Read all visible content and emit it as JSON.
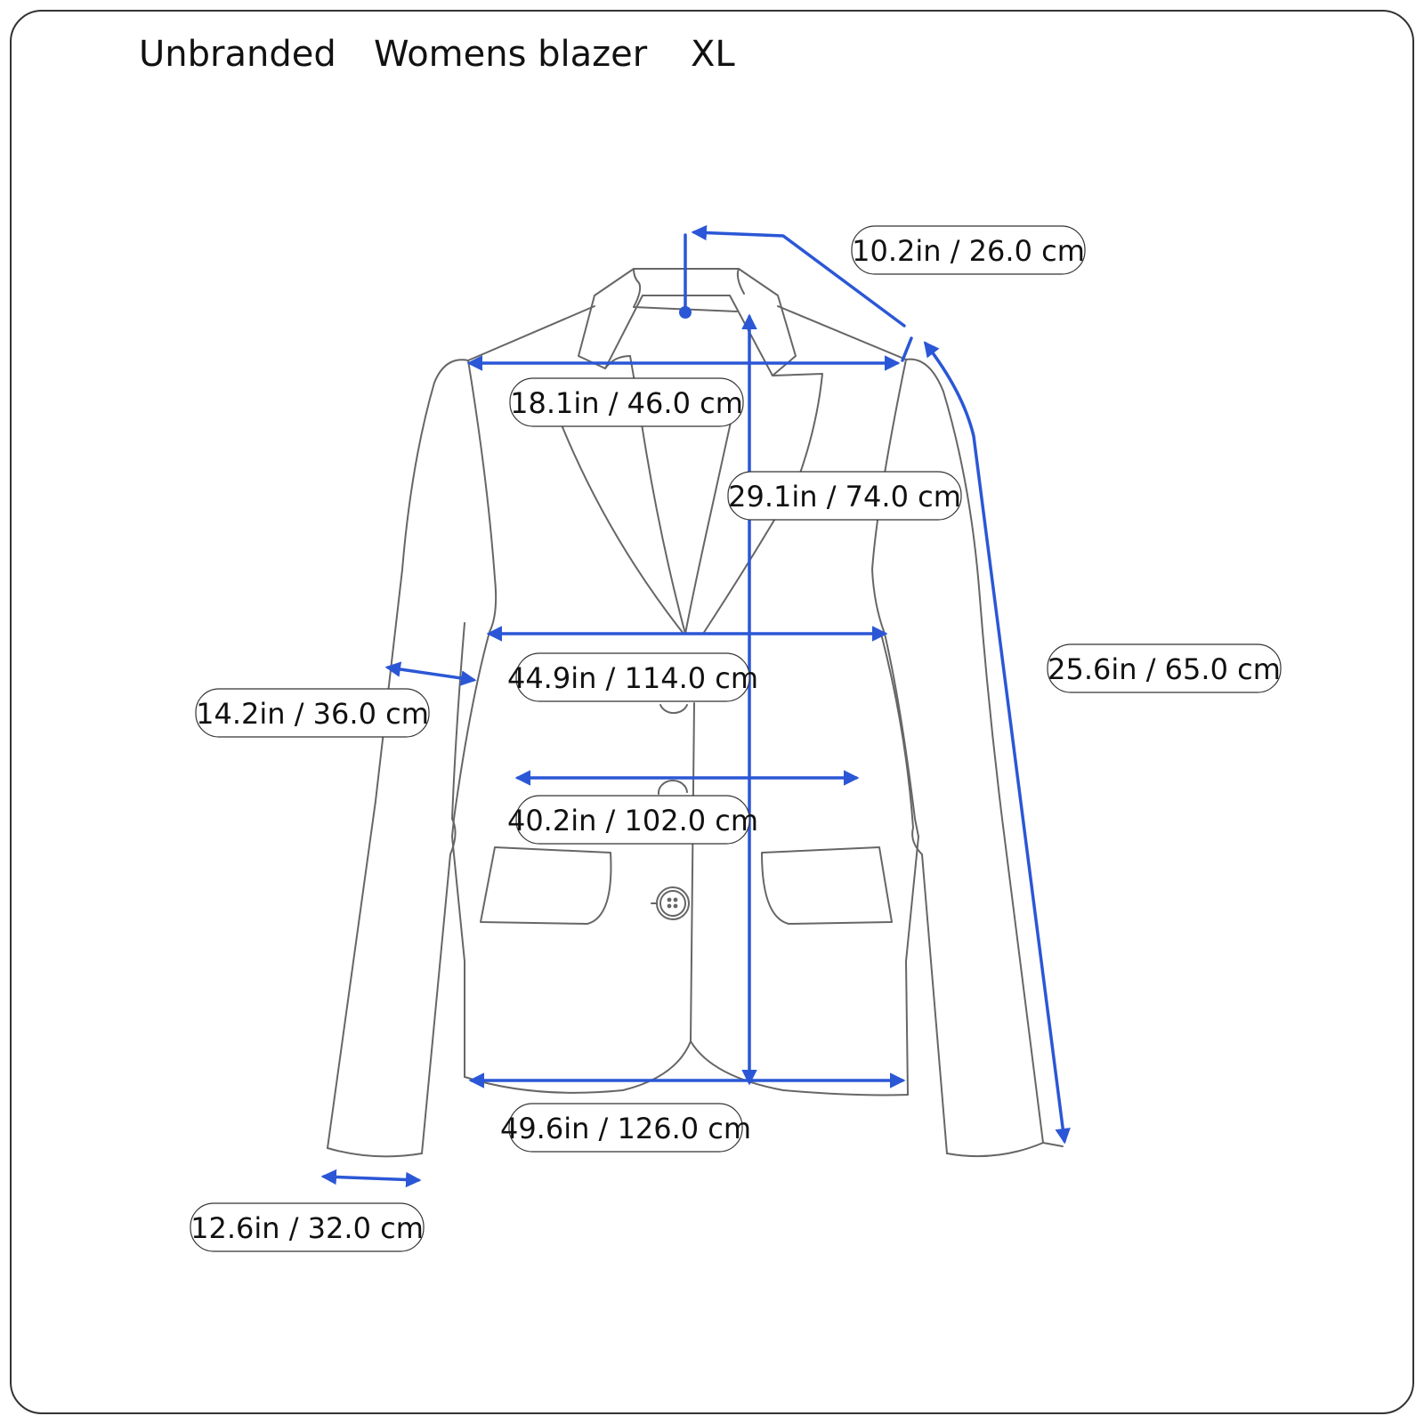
{
  "header": {
    "brand": "Unbranded",
    "item": "Womens blazer",
    "size": "XL"
  },
  "colors": {
    "measurement_line": "#2b57d6",
    "outline": "#666666",
    "frame": "#333333"
  },
  "measurements": {
    "collar": "10.2in / 26.0 cm",
    "shoulder": "18.1in / 46.0 cm",
    "length": "29.1in / 74.0 cm",
    "sleeve": "25.6in / 65.0 cm",
    "chest": "44.9in / 114.0 cm",
    "bicep": "14.2in / 36.0 cm",
    "waist": "40.2in / 102.0 cm",
    "hem": "49.6in / 126.0 cm",
    "cuff": "12.6in / 32.0 cm"
  }
}
